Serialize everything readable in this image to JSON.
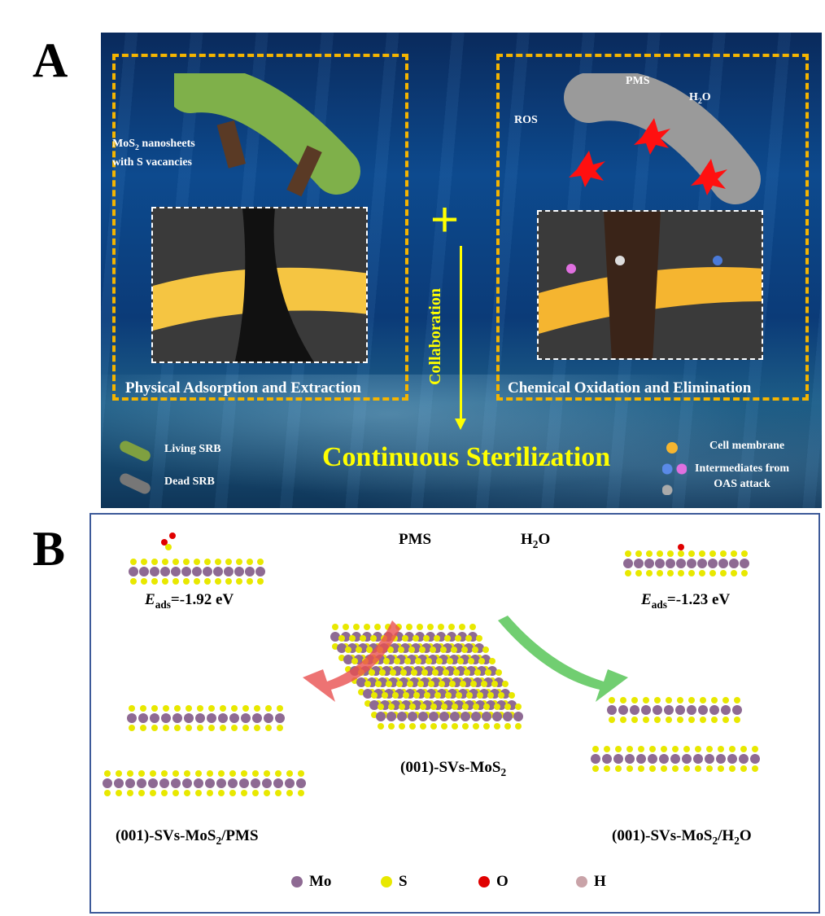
{
  "panel_a": {
    "label": "A",
    "nanosheet_label_line1": "MoS",
    "nanosheet_label_sub": "2",
    "nanosheet_label_line1_rest": " nanosheets",
    "nanosheet_label_line2": "with S vacancies",
    "pms": "PMS",
    "h2o_h": "H",
    "h2o_sub": "2",
    "h2o_o": "O",
    "ros": "ROS",
    "left_caption": "Physical Adsorption and Extraction",
    "right_caption": "Chemical Oxidation and Elimination",
    "plus": "+",
    "collaboration": "Collaboration",
    "result": "Continuous Sterilization",
    "legend": {
      "living": "Living SRB",
      "dead": "Dead SRB",
      "membrane": "Cell membrane",
      "intermediates_1": "Intermediates  from",
      "intermediates_2": "OAS attack"
    }
  },
  "panel_b": {
    "label": "B",
    "pms": "PMS",
    "h2o_h": "H",
    "h2o_sub": "2",
    "h2o_o": "O",
    "eads_left": "=-1.92 eV",
    "eads_right": "=-1.23 eV",
    "eads_E": "E",
    "eads_sub": "ads",
    "center_label": "(001)-SVs-MoS",
    "center_sub": "2",
    "left_label": "(001)-SVs-MoS",
    "left_sub": "2",
    "left_rest": "/PMS",
    "right_label": "(001)-SVs-MoS",
    "right_sub": "2",
    "right_rest": "/H",
    "right_sub2": "2",
    "right_end": "O",
    "legend": [
      {
        "label": "Mo",
        "color": "#8e6a93"
      },
      {
        "label": "S",
        "color": "#e8e800"
      },
      {
        "label": "O",
        "color": "#e00000"
      },
      {
        "label": "H",
        "color": "#c9a3a8"
      }
    ]
  }
}
